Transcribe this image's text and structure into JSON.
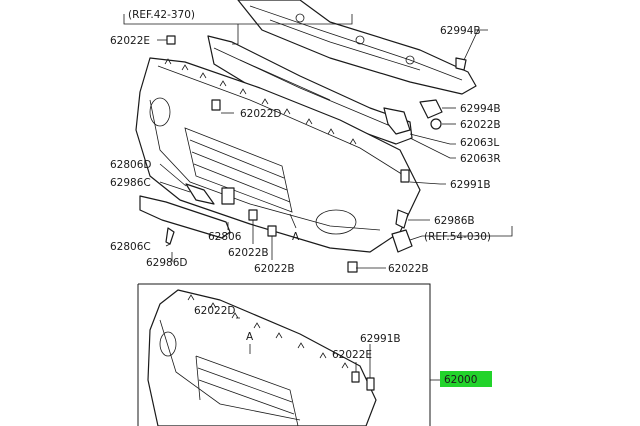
{
  "callouts": {
    "ref_42_370": "(REF.42-370)",
    "ref_54_030": "(REF.54-030)",
    "c62022E_top": "62022E",
    "c62994B_top": "62994B",
    "c62022D_mid": "62022D",
    "c62994B_mid": "62994B",
    "c62022B_right": "62022B",
    "c62063L": "62063L",
    "c62063R": "62063R",
    "c62806D": "62806D",
    "c62986C": "62986C",
    "c62991B_right": "62991B",
    "c62986B": "62986B",
    "c62806C": "62806C",
    "c62806": "62806",
    "a_upper": "A",
    "c62022B_center": "62022B",
    "c62022B_lower": "62022B",
    "c62986D": "62986D",
    "c62022B_bottom_right": "62022B",
    "c62022D_box": "62022D",
    "a_box": "A",
    "c62991B_box": "62991B",
    "c62022E_box": "62022E",
    "c62000": "62000"
  },
  "colors": {
    "highlight": "#22d32b",
    "line": "#1a1a1a",
    "background": "#ffffff"
  }
}
